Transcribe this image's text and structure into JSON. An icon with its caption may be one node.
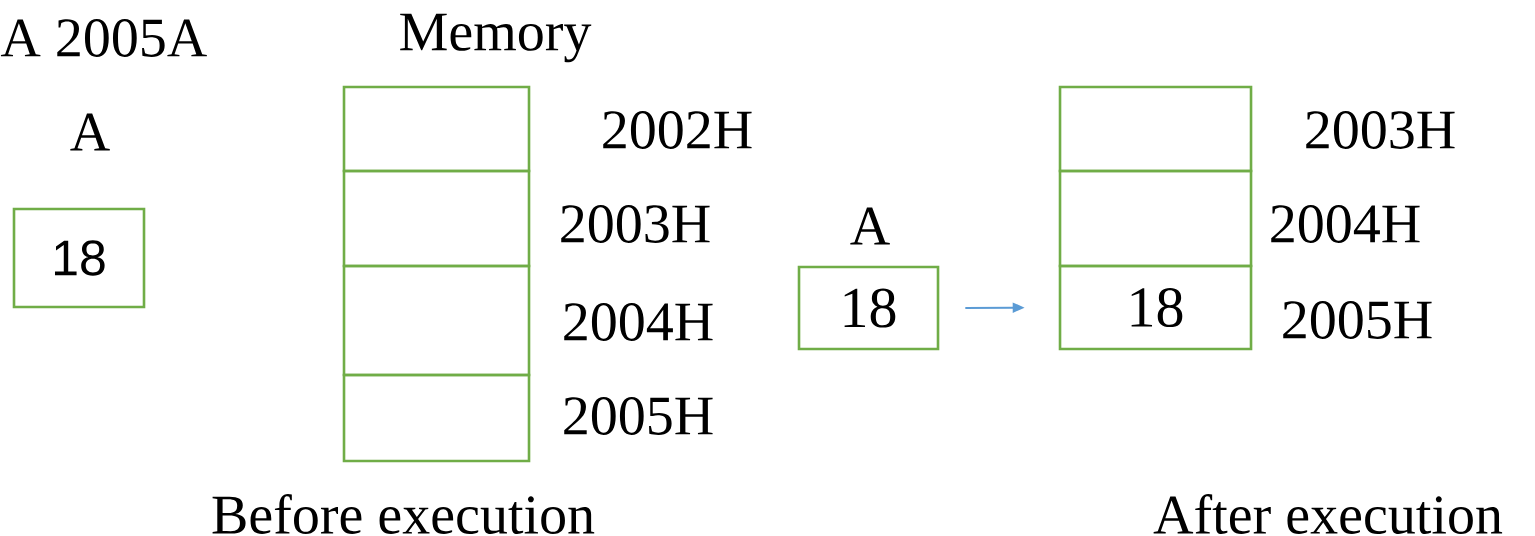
{
  "diagram": {
    "nodes": [
      {
        "text": [
          "18"
        ]
      },
      {
        "text": [],
        "shape": "box"
      },
      {
        "text": [],
        "shape": "box"
      },
      {
        "text": [],
        "shape": "box"
      },
      {
        "text": [],
        "shape": "box"
      },
      {
        "text": [
          "18"
        ]
      },
      {
        "text": [],
        "shape": "box"
      },
      {
        "text": [],
        "shape": "box"
      },
      {
        "text": [
          "18"
        ]
      }
    ],
    "edges": [
      {
        "from": 5,
        "to": 8,
        "arrow": "to",
        "color": "#5b9bd5"
      }
    ],
    "labels": [
      "A 2005A",
      "Memory",
      "A",
      "2002H",
      "2003H",
      "2004H",
      "2005H",
      "A",
      "2003H",
      "2004H",
      "2005H",
      "Before execution",
      "After execution"
    ]
  }
}
